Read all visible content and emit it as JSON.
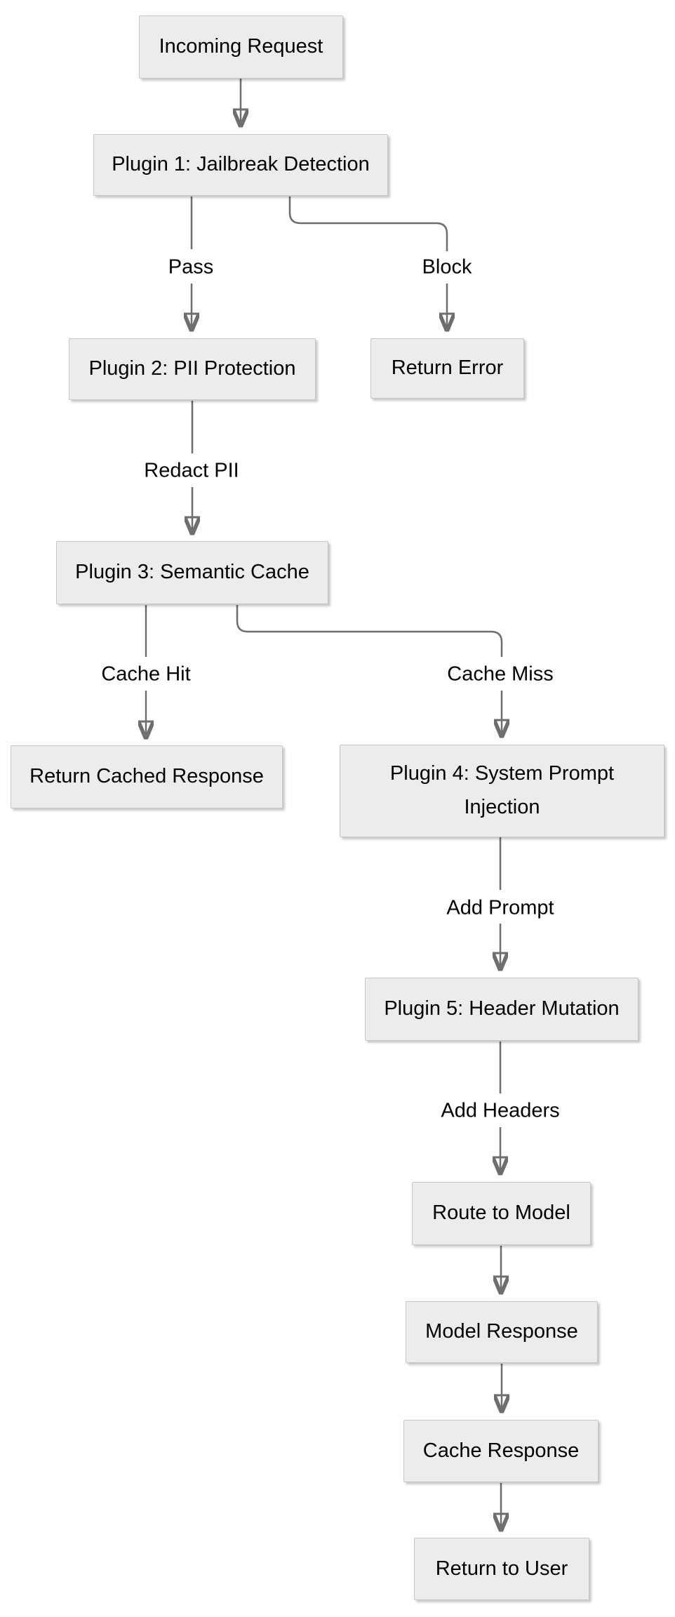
{
  "diagram": {
    "type": "flowchart",
    "direction": "top-down",
    "colors": {
      "background": "#ffffff",
      "node_fill": "#ececec",
      "node_border": "#c6c6c6",
      "edge_stroke": "#6e6e6e",
      "text": "#000000"
    },
    "nodes": {
      "incoming_request": "Incoming Request",
      "plugin1": "Plugin 1: Jailbreak Detection",
      "plugin2": "Plugin 2: PII Protection",
      "return_error": "Return Error",
      "plugin3": "Plugin 3: Semantic Cache",
      "return_cached_response": "Return Cached Response",
      "plugin4": "Plugin 4: System Prompt Injection",
      "plugin5": "Plugin 5: Header Mutation",
      "route_to_model": "Route to Model",
      "model_response": "Model Response",
      "cache_response": "Cache Response",
      "return_to_user": "Return to User"
    },
    "edge_labels": {
      "pass": "Pass",
      "block": "Block",
      "redact_pii": "Redact PII",
      "cache_hit": "Cache Hit",
      "cache_miss": "Cache Miss",
      "add_prompt": "Add Prompt",
      "add_headers": "Add Headers"
    },
    "edges": [
      {
        "from": "incoming_request",
        "to": "plugin1",
        "label": ""
      },
      {
        "from": "plugin1",
        "to": "plugin2",
        "label": "Pass"
      },
      {
        "from": "plugin1",
        "to": "return_error",
        "label": "Block"
      },
      {
        "from": "plugin2",
        "to": "plugin3",
        "label": "Redact PII"
      },
      {
        "from": "plugin3",
        "to": "return_cached_response",
        "label": "Cache Hit"
      },
      {
        "from": "plugin3",
        "to": "plugin4",
        "label": "Cache Miss"
      },
      {
        "from": "plugin4",
        "to": "plugin5",
        "label": "Add Prompt"
      },
      {
        "from": "plugin5",
        "to": "route_to_model",
        "label": "Add Headers"
      },
      {
        "from": "route_to_model",
        "to": "model_response",
        "label": ""
      },
      {
        "from": "model_response",
        "to": "cache_response",
        "label": ""
      },
      {
        "from": "cache_response",
        "to": "return_to_user",
        "label": ""
      }
    ]
  }
}
